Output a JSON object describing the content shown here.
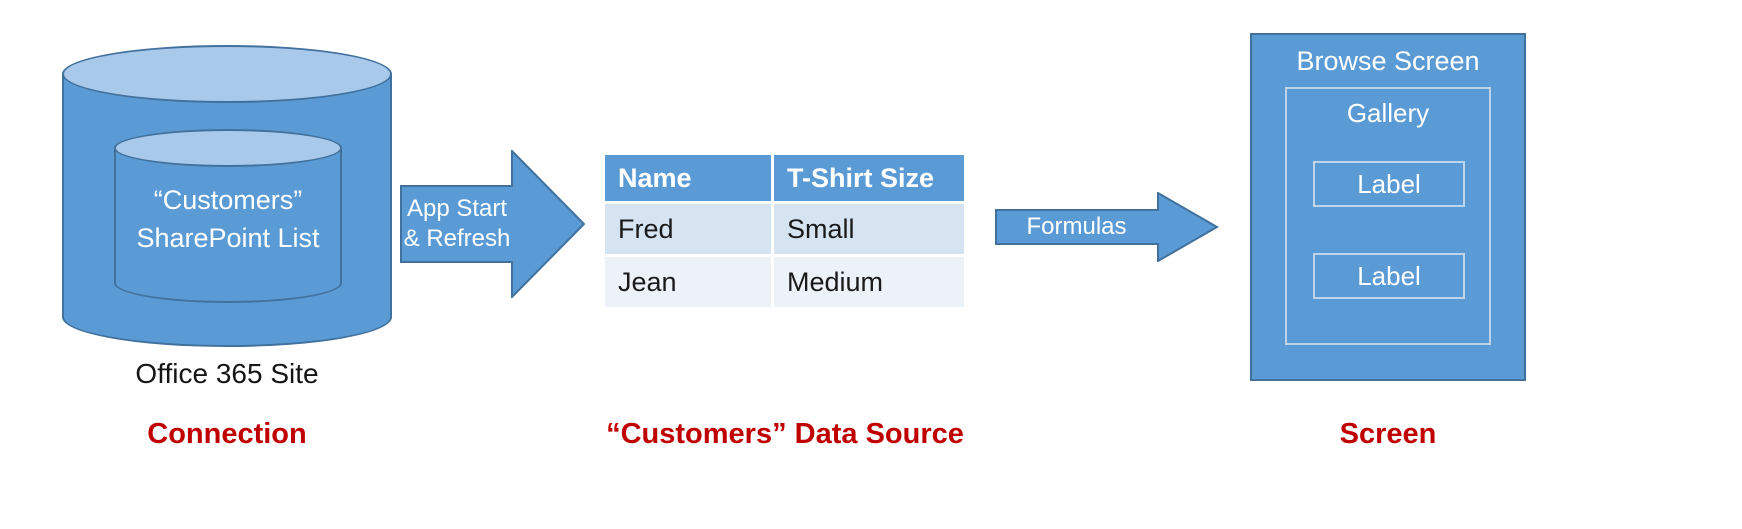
{
  "colors": {
    "shape_fill": "#5B9BD5",
    "shape_border": "#41719C",
    "cylinder_top_fill": "#A9C9EA",
    "inner_outline_light": "#BCD4EC",
    "table_header_fill": "#5B9BD5",
    "table_row_odd_fill": "#D6E4F2",
    "table_row_even_fill": "#EDF2F9",
    "caption_color": "#C00000",
    "text_on_shape": "#FFFFFF"
  },
  "connection": {
    "cylinder": {
      "line1": "“Customers”",
      "line2": "SharePoint List"
    },
    "site_label": "Office 365 Site",
    "caption": "Connection"
  },
  "app_start_arrow": {
    "line1": "App Start",
    "line2": "& Refresh"
  },
  "table": {
    "headers": [
      "Name",
      "T-Shirt Size"
    ],
    "rows": [
      [
        "Fred",
        "Small"
      ],
      [
        "Jean",
        "Medium"
      ]
    ],
    "caption": "“Customers” Data Source"
  },
  "formulas_arrow": {
    "label": "Formulas"
  },
  "screen": {
    "title": "Browse Screen",
    "gallery": {
      "label": "Gallery",
      "items": [
        "Label",
        "Label"
      ]
    },
    "caption": "Screen"
  }
}
